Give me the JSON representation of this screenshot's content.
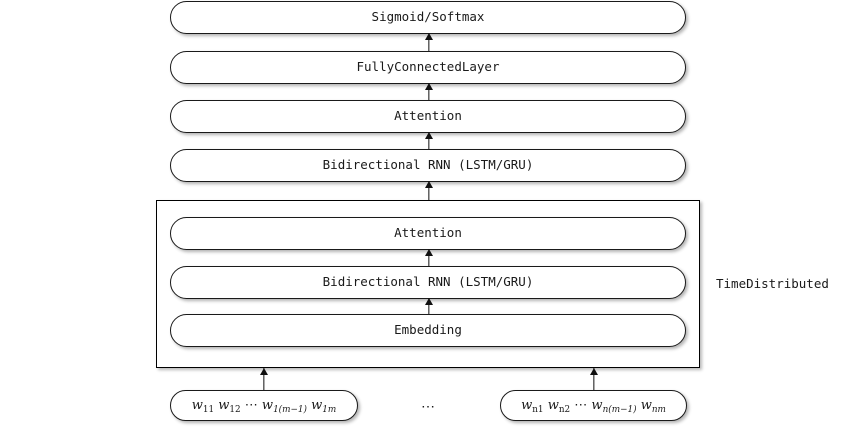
{
  "diagram": {
    "title_text": "",
    "group_label": "TimeDistributed",
    "ellipsis": "⋯",
    "colors": {
      "background": "#ffffff",
      "stroke": "#1a1a1a",
      "text": "#1a1a1a",
      "shadow": "rgba(0,0,0,0.30)"
    },
    "layers": [
      {
        "id": "sigmoid-softmax",
        "label": "Sigmoid/Softmax"
      },
      {
        "id": "fully-connected-layer",
        "label": "FullyConnectedLayer"
      },
      {
        "id": "attention-outer",
        "label": "Attention"
      },
      {
        "id": "bidirectional-rnn-outer",
        "label": "Bidirectional RNN (LSTM/GRU)"
      },
      {
        "id": "attention-inner",
        "label": "Attention"
      },
      {
        "id": "bidirectional-rnn-inner",
        "label": "Bidirectional RNN (LSTM/GRU)"
      },
      {
        "id": "embedding",
        "label": "Embedding"
      }
    ],
    "inputs": [
      {
        "id": "word-sequence-1",
        "tokens": [
          {
            "base": "w",
            "sub": "11"
          },
          {
            "base": "w",
            "sub": "12"
          },
          {
            "base": "⋯",
            "sub": ""
          },
          {
            "base": "w",
            "sub": "1(m−1)"
          },
          {
            "base": "w",
            "sub": "1m"
          }
        ],
        "plain": "w11 w12 ⋯ w1(m−1) w1m"
      },
      {
        "id": "word-sequence-n",
        "tokens": [
          {
            "base": "w",
            "sub": "n1"
          },
          {
            "base": "w",
            "sub": "n2"
          },
          {
            "base": "⋯",
            "sub": ""
          },
          {
            "base": "w",
            "sub": "n(m−1)"
          },
          {
            "base": "w",
            "sub": "nm"
          }
        ],
        "plain": "wn1 wn2 ⋯ wn(m−1) wnm"
      }
    ]
  }
}
